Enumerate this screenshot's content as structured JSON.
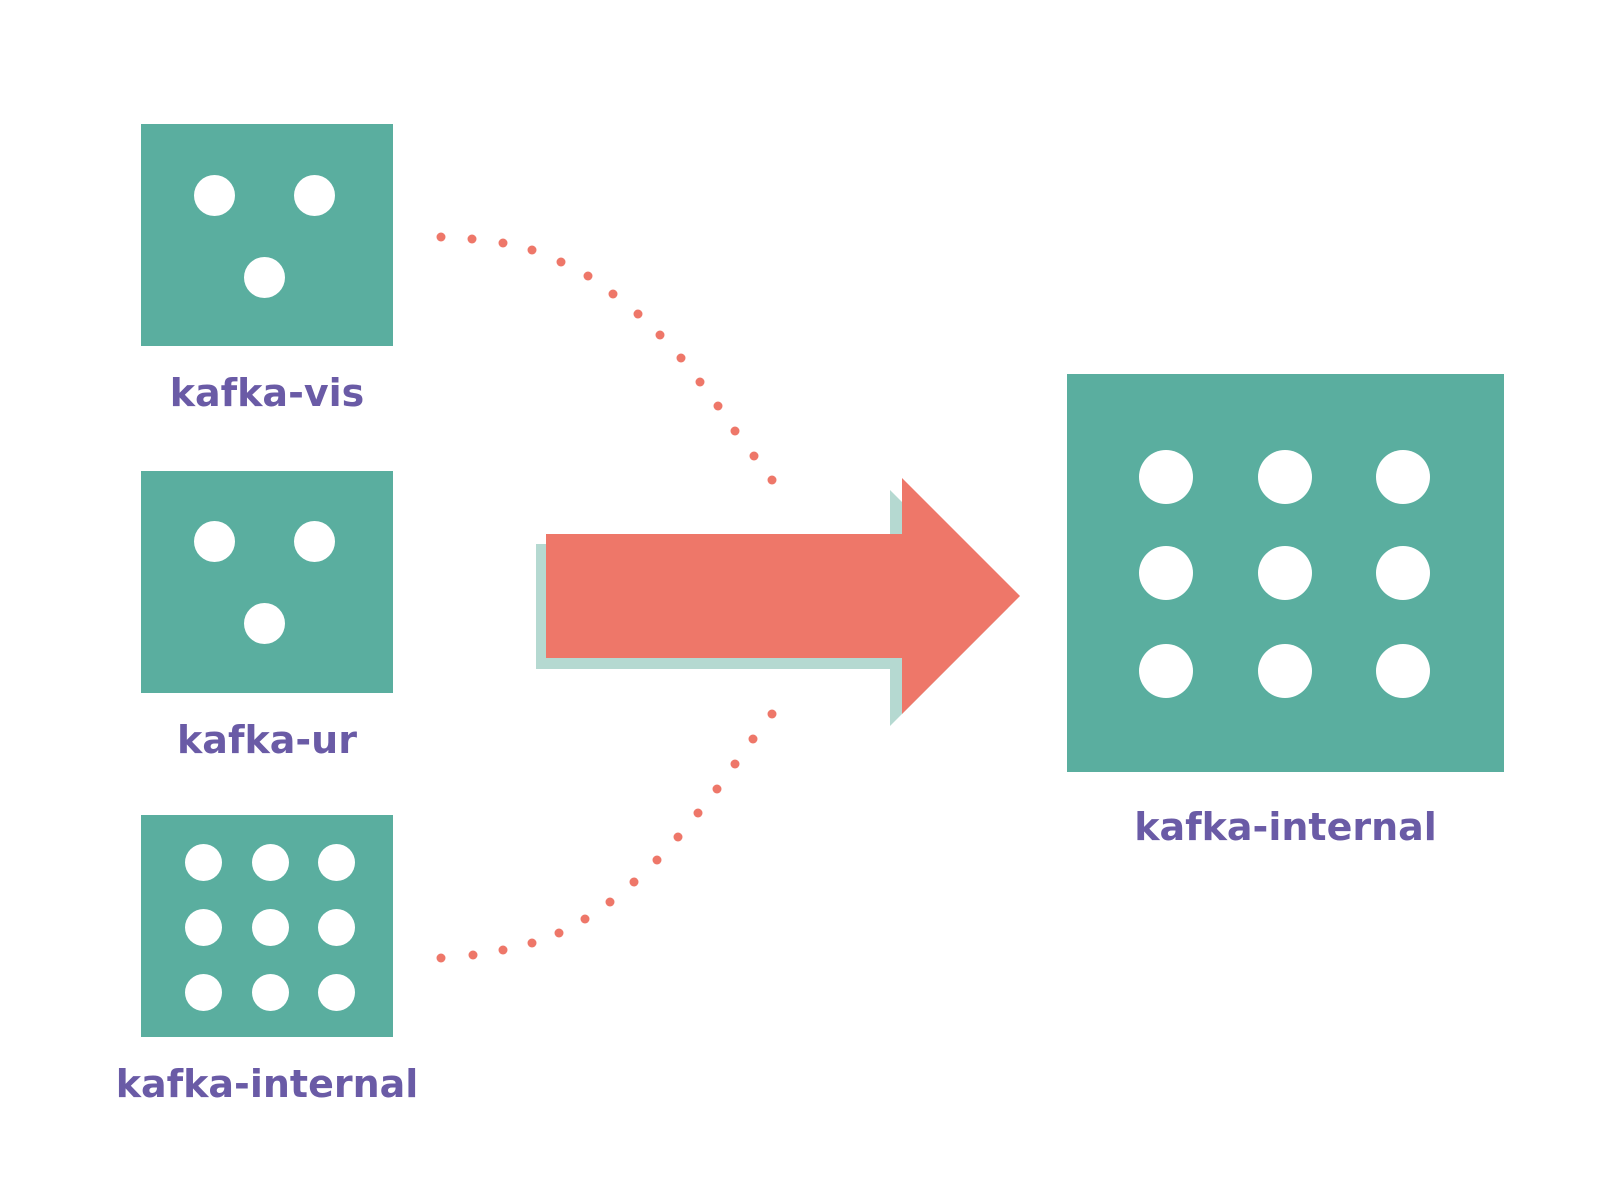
{
  "colors": {
    "cluster_fill": "#5aae9f",
    "dot_fill": "#ffffff",
    "label_text": "#6a5ba6",
    "arrow_fill": "#ee7769",
    "arrow_shadow": "#b5d9d1",
    "dotted_path": "#ee7769"
  },
  "sources": [
    {
      "label": "kafka-vis",
      "broker_count": 3
    },
    {
      "label": "kafka-ur",
      "broker_count": 3
    },
    {
      "label": "kafka-internal",
      "broker_count": 9
    }
  ],
  "target": {
    "label": "kafka-internal",
    "broker_count": 9
  }
}
